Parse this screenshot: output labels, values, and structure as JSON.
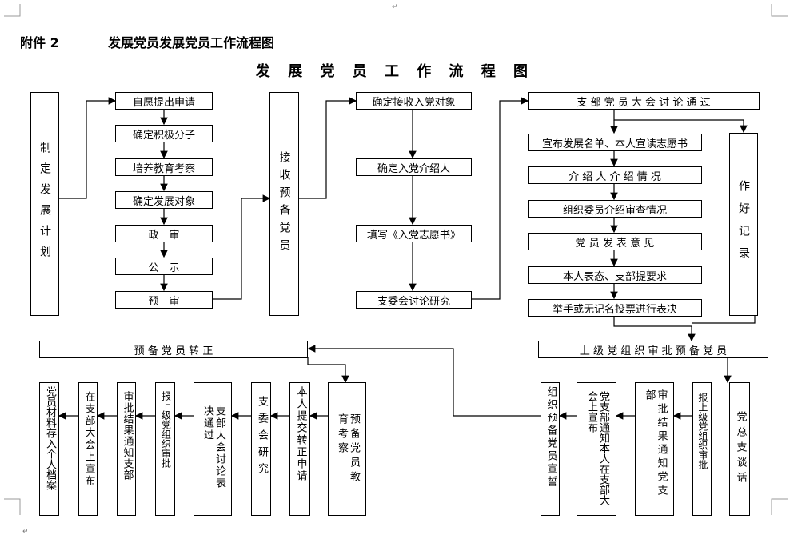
{
  "header": {
    "annex": "附件 2",
    "title": "发展党员发展党员工作流程图"
  },
  "main_title": "发 展 党 员 工 作 流 程 图",
  "stage1": {
    "label": "制定发展计划",
    "steps": [
      "自愿提出申请",
      "确定积极分子",
      "培养教育考察",
      "确定发展对象",
      "政　审",
      "公　示",
      "预　审"
    ]
  },
  "stage2": {
    "label": "接收预备党员",
    "steps": [
      "确定接收入党对象",
      "确定入党介绍人",
      "填写《入党志愿书》",
      "支委会讨论研究"
    ]
  },
  "stage3": {
    "top": "支 部 党 员 大 会 讨 论 通 过",
    "steps": [
      "宣布发展名单、本人宣读志愿书",
      "介 绍 人 介 绍 情 况",
      "组织委员介绍审查情况",
      "党 员 发 表 意 见",
      "本人表态、支部提要求",
      "举手或无记名投票进行表决"
    ],
    "record": "作好记录"
  },
  "approval": {
    "title": "上 级 党 组 织 审 批 预 备 党 员",
    "steps": [
      "党总支谈话",
      "报上级党组织审批",
      "审批结果通知党支部",
      "党支部通知本人在支部大会上宣布",
      "组织预备党员宣誓"
    ]
  },
  "conversion": {
    "title": "预 备 党 员 转 正",
    "steps": [
      "预备党员教育考察",
      "本人提交转正申请",
      "支委会研究",
      "支部大会讨论表决通过",
      "报上级党组织审批",
      "审批结果通知支部",
      "在支部大会上宣布",
      "党员材料存入个人档案"
    ]
  },
  "marks": {
    "para": "↵"
  }
}
